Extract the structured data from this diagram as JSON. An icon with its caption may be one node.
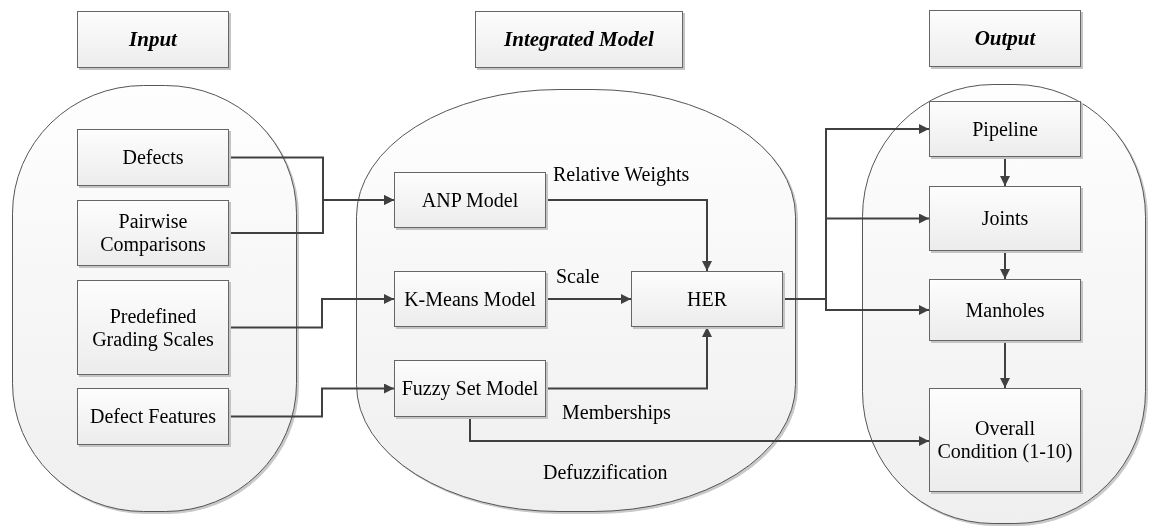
{
  "diagram": {
    "nodes": [
      {
        "text": [
          "Input"
        ]
      },
      {
        "text": [
          "Integrated Model"
        ]
      },
      {
        "text": [
          "Output"
        ]
      },
      {
        "text": [],
        "shape": "ellipse"
      },
      {
        "text": [
          "Defects"
        ],
        "in": 3
      },
      {
        "text": [
          "Pairwise Comparisons"
        ],
        "in": 3
      },
      {
        "text": [
          "Predefined Grading Scales"
        ],
        "in": 3
      },
      {
        "text": [
          "Defect Features"
        ],
        "in": 3
      },
      {
        "text": [],
        "shape": "ellipse"
      },
      {
        "text": [
          "ANP Model"
        ],
        "in": 8
      },
      {
        "text": [
          "K-Means Model"
        ],
        "in": 8
      },
      {
        "text": [
          "HER"
        ],
        "in": 8
      },
      {
        "text": [
          "Fuzzy Set Model"
        ],
        "in": 8
      },
      {
        "text": [],
        "shape": "ellipse"
      },
      {
        "text": [
          "Pipeline"
        ],
        "in": 13
      },
      {
        "text": [
          "Joints"
        ],
        "in": 13
      },
      {
        "text": [
          "Manholes"
        ],
        "in": 13
      },
      {
        "text": [
          "Overall Condition (1-10)"
        ],
        "in": 13
      }
    ],
    "edges": [
      {
        "from": 4,
        "to": 9,
        "arrow": "to"
      },
      {
        "from": 5,
        "to": 9,
        "arrow": "to"
      },
      {
        "from": 6,
        "to": 10,
        "arrow": "to"
      },
      {
        "from": 7,
        "to": 12,
        "arrow": "to"
      },
      {
        "from": 9,
        "to": 11,
        "arrow": "to",
        "label": "Relative Weights"
      },
      {
        "from": 10,
        "to": 11,
        "arrow": "to",
        "label": "Scale"
      },
      {
        "from": 12,
        "to": 11,
        "arrow": "to",
        "label": "Memberships"
      },
      {
        "from": 12,
        "to": 17,
        "arrow": "to",
        "label": "Defuzzification"
      },
      {
        "from": 11,
        "to": 14,
        "arrow": "to"
      },
      {
        "from": 11,
        "to": 15,
        "arrow": "to"
      },
      {
        "from": 11,
        "to": 16,
        "arrow": "to"
      },
      {
        "from": 14,
        "to": 15,
        "arrow": "to"
      },
      {
        "from": 15,
        "to": 16,
        "arrow": "to"
      },
      {
        "from": 16,
        "to": 17,
        "arrow": "to"
      }
    ]
  }
}
